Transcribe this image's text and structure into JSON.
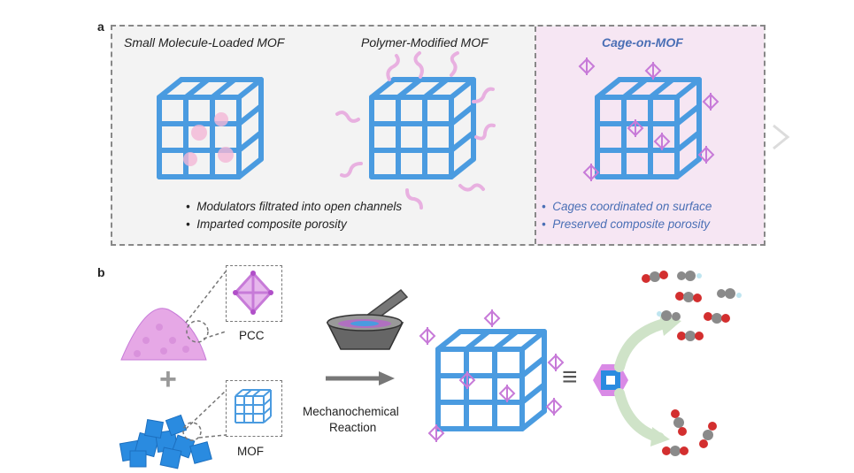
{
  "panel_a": {
    "label": "a",
    "titles": [
      "Small Molecule-Loaded MOF",
      "Polymer-Modified MOF",
      "Cage-on-MOF"
    ],
    "bullets_left": [
      "Modulators filtrated into open channels",
      "Imparted composite porosity"
    ],
    "bullets_right": [
      "Cages coordinated on surface",
      "Preserved composite porosity"
    ]
  },
  "panel_b": {
    "label": "b",
    "pcc_label": "PCC",
    "mof_label": "MOF",
    "plus": "+",
    "reaction_label_line1": "Mechanochemical",
    "reaction_label_line2": "Reaction",
    "equiv": "≡"
  },
  "colors": {
    "mof_blue": "#4a9be0",
    "cage_pink": "#c77ad8",
    "title_blue": "#4a6fb5",
    "co2_red": "#d32f2f",
    "co2_gray": "#8a8a8a"
  }
}
